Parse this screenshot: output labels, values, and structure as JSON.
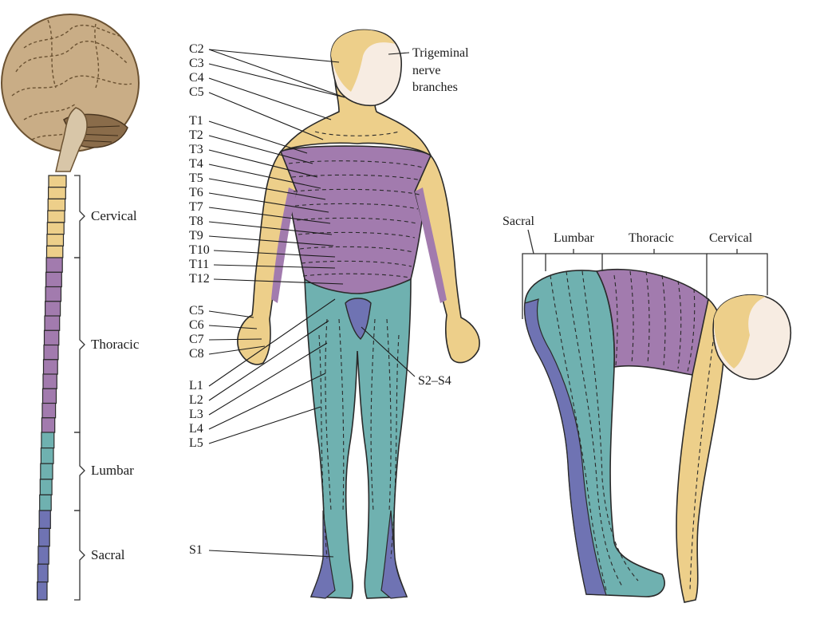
{
  "colors": {
    "cervical": "#edcf8a",
    "thoracic": "#a27bae",
    "lumbar": "#6fb1b0",
    "sacral": "#6f73b3",
    "face": "#f7ece2",
    "brain": "#c9ad86",
    "ink": "#1a1a1a"
  },
  "spine": {
    "regions": [
      {
        "key": "cervical",
        "label": "Cervical"
      },
      {
        "key": "thoracic",
        "label": "Thoracic"
      },
      {
        "key": "lumbar",
        "label": "Lumbar"
      },
      {
        "key": "sacral",
        "label": "Sacral"
      }
    ]
  },
  "front": {
    "trigeminal": [
      "Trigeminal",
      "nerve",
      "branches"
    ],
    "left_labels": [
      "C2",
      "C3",
      "C4",
      "C5",
      "T1",
      "T2",
      "T3",
      "T4",
      "T5",
      "T6",
      "T7",
      "T8",
      "T9",
      "T10",
      "T11",
      "T12",
      "C5",
      "C6",
      "C7",
      "C8",
      "L1",
      "L2",
      "L3",
      "L4",
      "L5",
      "S1"
    ],
    "s2s4": "S2–S4"
  },
  "side": {
    "region_labels": [
      "Sacral",
      "Lumbar",
      "Thoracic",
      "Cervical"
    ]
  }
}
